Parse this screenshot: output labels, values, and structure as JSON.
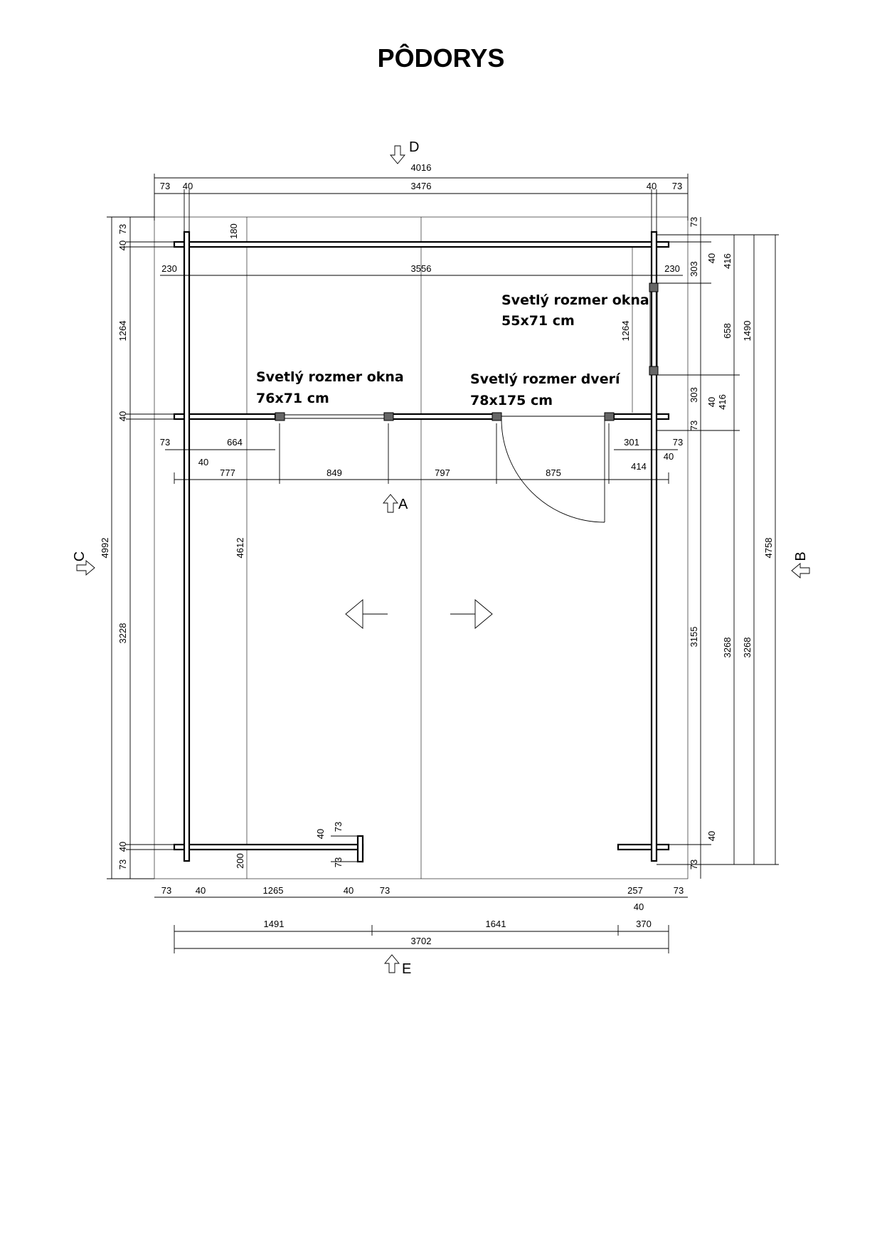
{
  "title": "PÔDORYS",
  "annotations": {
    "window_right_1": "Svetlý rozmer okna",
    "window_right_2": "55x71 cm",
    "window_left_1": "Svetlý rozmer okna",
    "window_left_2": "76x71 cm",
    "door_1": "Svetlý rozmer dverí",
    "door_2": "78x175 cm"
  },
  "sides": {
    "top": "D",
    "right": "B",
    "left": "C",
    "bottom": "E",
    "inner": "A"
  },
  "dims": {
    "top_total": "4016",
    "top_73_l": "73",
    "top_40_l": "40",
    "top_mid": "3476",
    "top_40_r": "40",
    "top_73_r": "73",
    "row2_230_l": "230",
    "row2_mid": "3556",
    "row2_230_r": "230",
    "wall_664": "664",
    "wall_73_l": "73",
    "wall_40_l": "40",
    "wall_301": "301",
    "wall_73_r": "73",
    "wall_40_r": "40",
    "seg_777": "777",
    "seg_849": "849",
    "seg_797": "797",
    "seg_875": "875",
    "seg_414": "414",
    "bot_73_l": "73",
    "bot_40_l": "40",
    "bot_1265": "1265",
    "bot_40_m": "40",
    "bot_73_m": "73",
    "bot_257": "257",
    "bot_73_r": "73",
    "bot_40_r": "40",
    "bot_1491": "1491",
    "bot_1641": "1641",
    "bot_370": "370",
    "bot_total": "3702",
    "left_73_t": "73",
    "left_40_t": "40",
    "left_1264": "1264",
    "left_40_m": "40",
    "left_3228": "3228",
    "left_40_b": "40",
    "left_73_b": "73",
    "left_total": "4992",
    "inner_180": "180",
    "inner_4612": "4612",
    "inner_200": "200",
    "inner_1264": "1264",
    "post_40": "40",
    "post_73_a": "73",
    "post_73_b": "73",
    "r_73_t": "73",
    "r_40_a": "40",
    "r_303_a": "303",
    "r_416": "416",
    "r_658": "658",
    "r_303_b": "303",
    "r_40_b": "40",
    "r_416_b": "416",
    "r_73_m": "73",
    "r_3155": "3155",
    "r_40_c": "40",
    "r_73_b": "73",
    "r_3268_a": "3268",
    "r_3268_b": "3268",
    "r_1490": "1490",
    "r_4758": "4758"
  }
}
